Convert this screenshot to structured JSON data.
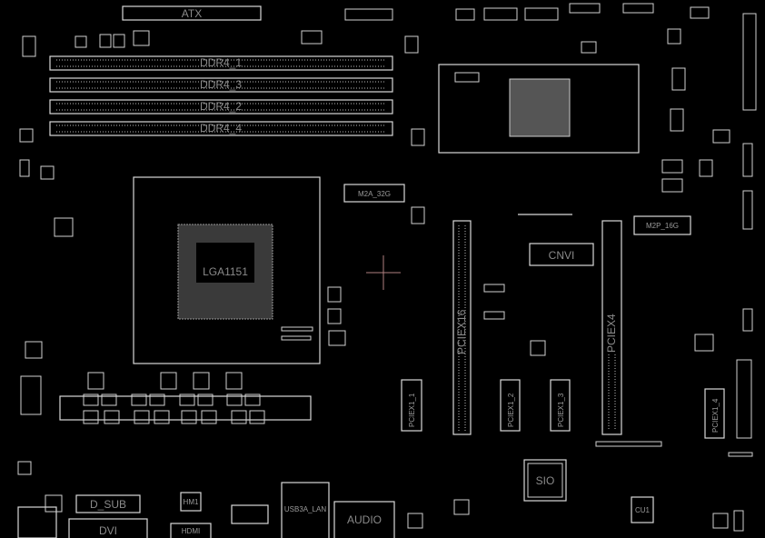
{
  "board": {
    "atx": "ATX",
    "dimms": [
      "DDR4_1",
      "DDR4_3",
      "DDR4_2",
      "DDR4_4"
    ],
    "cpu_socket": "LGA1151",
    "m2a": "M2A_32G",
    "m2p": "M2P_16G",
    "cnvi": "CNVI",
    "pciex16": "PCIEX16",
    "pciex4": "PCIEX4",
    "pciex1": [
      "PCIEX1_1",
      "PCIEX1_2",
      "PCIEX1_3",
      "PCIEX1_4"
    ],
    "sio": "SIO",
    "d_sub": "D_SUB",
    "dvi": "DVI",
    "hdmi": "HDMI",
    "usb_lan": "USB3A_LAN",
    "audio": "AUDIO",
    "cu1": "CU1",
    "hm1": "HM1"
  },
  "colors": {
    "outline": "#d9d9d9",
    "label": "#8a8a8a",
    "cursor": "#b08080",
    "background": "#000000"
  }
}
